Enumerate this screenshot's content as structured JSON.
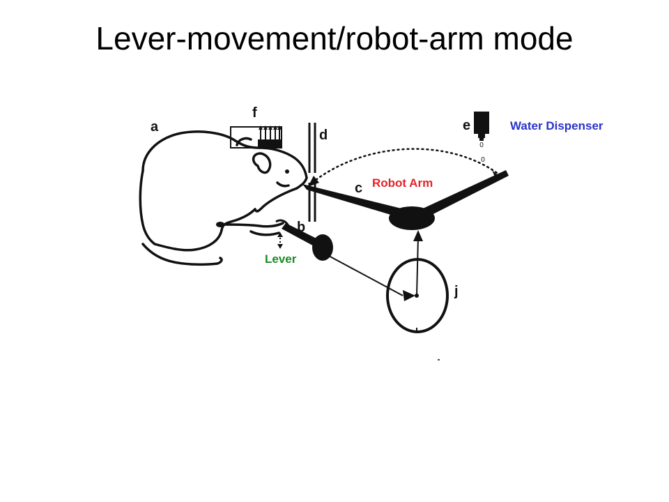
{
  "slide": {
    "title": "Lever-movement/robot-arm mode"
  },
  "diagram": {
    "letters": {
      "a": "a",
      "b": "b",
      "c": "c",
      "d": "d",
      "e": "e",
      "f": "f",
      "j": "j"
    },
    "labels": {
      "robot_arm": "Robot Arm",
      "lever": "Lever",
      "water_dispenser": "Water Dispenser"
    },
    "drop_marks": {
      "top": "0",
      "bottom": "0"
    },
    "colors": {
      "robot_arm": "#e3232b",
      "lever": "#1a8a22",
      "water_dispenser": "#2a32c8",
      "ink": "#111111"
    }
  }
}
